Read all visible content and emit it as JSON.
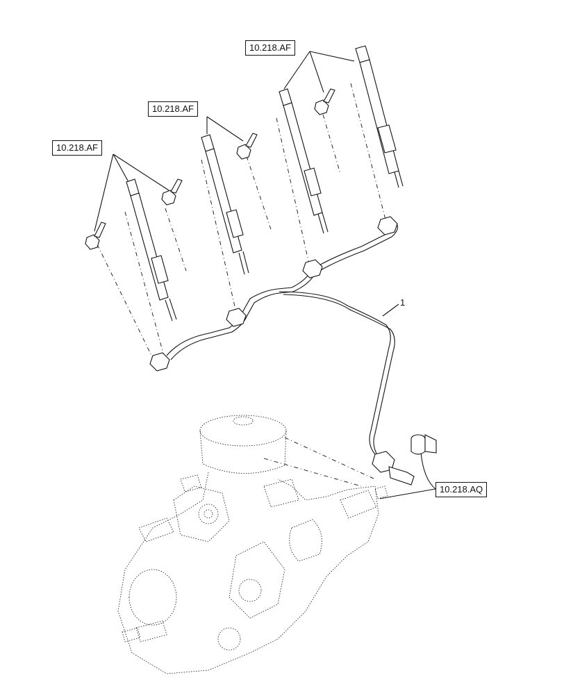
{
  "references": {
    "injector_group_1": "10.218.AF",
    "injector_group_2": "10.218.AF",
    "injector_group_3": "10.218.AF",
    "pump_connection": "10.218.AQ"
  },
  "callouts": {
    "fuel_pipe": "1"
  }
}
